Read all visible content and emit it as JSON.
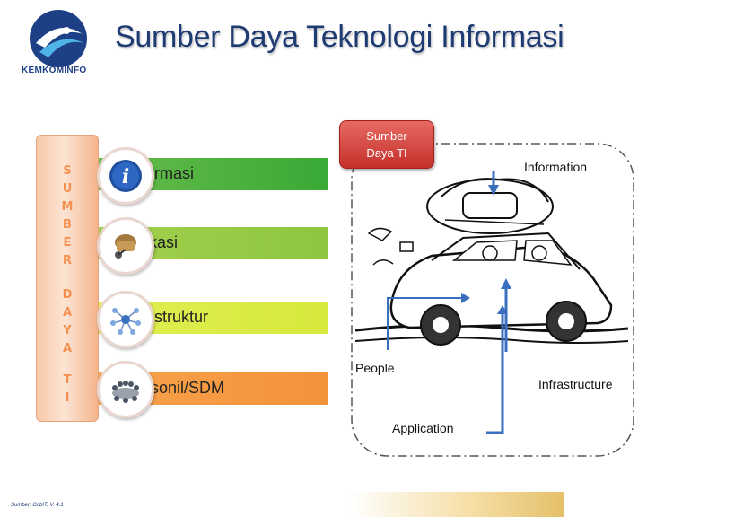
{
  "header": {
    "title": "Sumber Daya Teknologi Informasi",
    "logo_text": "KEMKOMINFO"
  },
  "sidebar": {
    "letters": [
      "S",
      "U",
      "M",
      "B",
      "E",
      "R",
      "D",
      "A",
      "Y",
      "A",
      "T",
      "I"
    ]
  },
  "categories": [
    {
      "label": "ormasi",
      "icon": "info-icon",
      "color": "#4caf3f"
    },
    {
      "label": "ikasi",
      "icon": "application-icon",
      "color": "#97c942"
    },
    {
      "label": "astruktur",
      "icon": "network-icon",
      "color": "#dbeb45"
    },
    {
      "label": "rsonil/SDM",
      "icon": "people-icon",
      "color": "#f69a42"
    }
  ],
  "diagram": {
    "badge_line1": "Sumber",
    "badge_line2": "Daya TI",
    "labels": {
      "information": "Information",
      "people": "People",
      "infrastructure": "Infrastructure",
      "application": "Application"
    }
  },
  "footer": {
    "source": "Sumber: CobIT, V. 4.1"
  },
  "colors": {
    "title": "#1e3b73",
    "badge": "#d0413a",
    "arrow": "#3a6fc0"
  }
}
